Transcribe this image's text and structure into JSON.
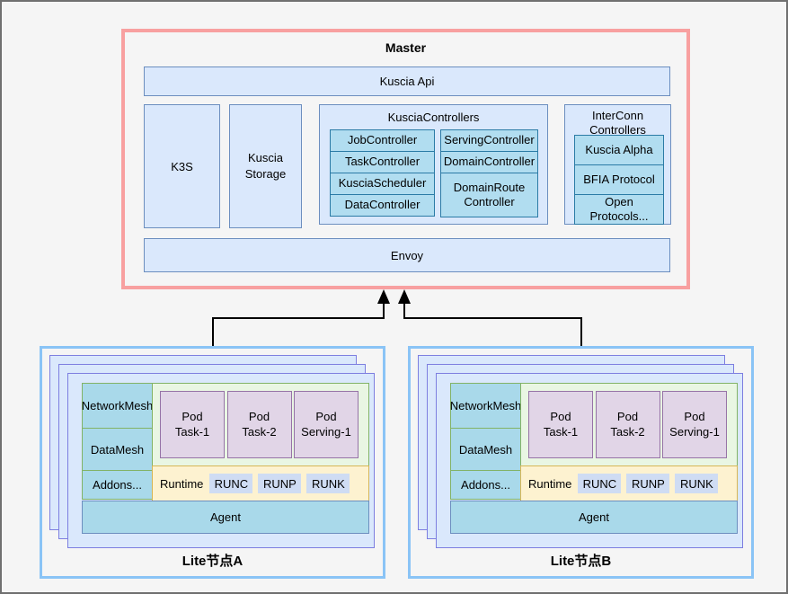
{
  "colors": {
    "background": "#f5f5f5",
    "master_border": "#f8a0a0",
    "light_blue_fill": "#dae8fc",
    "light_blue_stroke": "#6c8ebf",
    "cyan_fill": "#b1ddf0",
    "cyan_stroke": "#2b7ba6",
    "lite_border": "#8ac4f6",
    "card_stroke": "#7d7ee0",
    "mesh_fill": "#a9d9ea",
    "green_stroke": "#82b366",
    "green_panel_fill": "#e9f6e3",
    "pod_fill": "#e1d5e7",
    "pod_stroke": "#9673a6",
    "runtime_fill": "#fdf2d0",
    "runtime_stroke": "#d6b656",
    "chip_fill": "#cfdcf3",
    "arrow": "#000000"
  },
  "master": {
    "title": "Master",
    "kuscia_api": "Kuscia Api",
    "k3s": "K3S",
    "kuscia_storage": "Kuscia Storage",
    "kuscia_controllers": {
      "title": "KusciaControllers",
      "left_column": [
        "JobController",
        "TaskController",
        "KusciaScheduler",
        "DataController"
      ],
      "right_column": [
        "ServingController",
        "DomainController",
        "DomainRoute Controller"
      ]
    },
    "interconn_controllers": {
      "title": "InterConn Controllers",
      "items": [
        "Kuscia Alpha",
        "BFIA Protocol",
        "Open Protocols..."
      ]
    },
    "envoy": "Envoy"
  },
  "lite_nodes": [
    {
      "label": "Lite节点A",
      "mesh_items": [
        "NetworkMesh",
        "DataMesh",
        "Addons..."
      ],
      "pods": [
        [
          "Pod",
          "Task-1"
        ],
        [
          "Pod",
          "Task-2"
        ],
        [
          "Pod",
          "Serving-1"
        ]
      ],
      "runtime": {
        "label": "Runtime",
        "chips": [
          "RUNC",
          "RUNP",
          "RUNK"
        ]
      },
      "agent": "Agent"
    },
    {
      "label": "Lite节点B",
      "mesh_items": [
        "NetworkMesh",
        "DataMesh",
        "Addons..."
      ],
      "pods": [
        [
          "Pod",
          "Task-1"
        ],
        [
          "Pod",
          "Task-2"
        ],
        [
          "Pod",
          "Serving-1"
        ]
      ],
      "runtime": {
        "label": "Runtime",
        "chips": [
          "RUNC",
          "RUNP",
          "RUNK"
        ]
      },
      "agent": "Agent"
    }
  ]
}
